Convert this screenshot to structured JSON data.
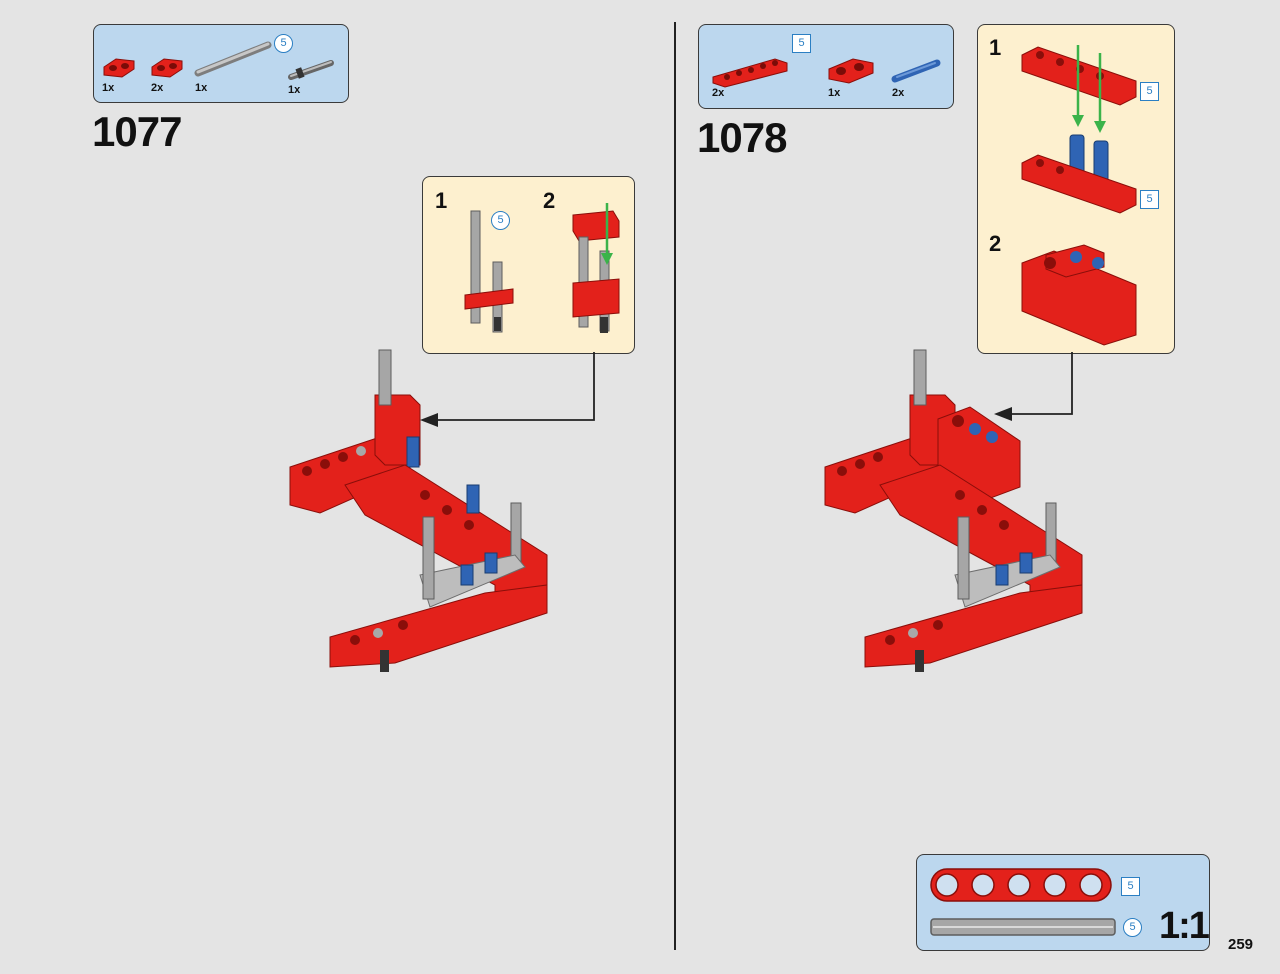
{
  "page_number": "259",
  "colors": {
    "parts_box": "#bcd7ee",
    "sub_box": "#fdf0cf",
    "brick_red": "#e3211b",
    "pin_blue": "#2f64b4",
    "axle_gray": "#a6a6a6",
    "arrow_green": "#3bb34a",
    "length_badge": "#2b7fc3"
  },
  "steps": [
    {
      "number": "1077",
      "parts": [
        {
          "qty": "1x",
          "icon": "red-axle-connector-icon"
        },
        {
          "qty": "2x",
          "icon": "red-axle-pin-connector-icon"
        },
        {
          "qty": "1x",
          "icon": "gray-axle-icon",
          "length": "5"
        },
        {
          "qty": "1x",
          "icon": "axle-with-stop-icon"
        }
      ],
      "substeps": [
        {
          "number": "1",
          "length": "5"
        },
        {
          "number": "2"
        }
      ]
    },
    {
      "number": "1078",
      "parts": [
        {
          "qty": "2x",
          "icon": "red-beam-icon",
          "length": "5"
        },
        {
          "qty": "1x",
          "icon": "red-axle-connector-icon"
        },
        {
          "qty": "2x",
          "icon": "blue-pin-icon"
        }
      ],
      "substeps": [
        {
          "number": "1",
          "length_top": "5",
          "length_bottom": "5"
        },
        {
          "number": "2"
        }
      ]
    }
  ],
  "scale_reference": {
    "beam_length": "5",
    "axle_length": "5",
    "label": "1:1"
  }
}
